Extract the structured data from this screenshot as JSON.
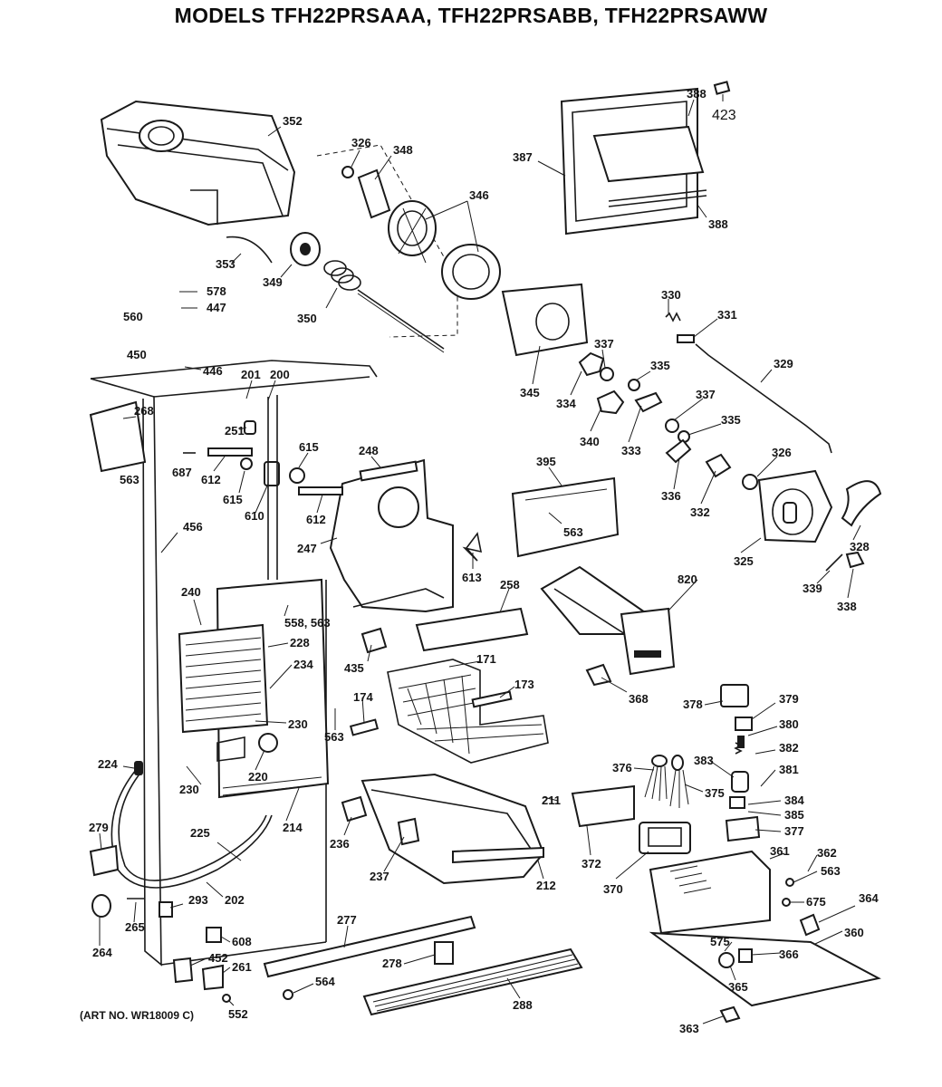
{
  "title": "MODELS TFH22PRSAAA, TFH22PRSABB, TFH22PRSAWW",
  "art_number": "(ART NO. WR18009 C)",
  "part_labels": {
    "p352": "352",
    "p326a": "326",
    "p348": "348",
    "p346": "346",
    "p388a": "388",
    "p423": "423",
    "p387": "387",
    "p388b": "388",
    "p353": "353",
    "p349": "349",
    "p350": "350",
    "p578": "578",
    "p447": "447",
    "p560": "560",
    "p450": "450",
    "p446": "446",
    "p201": "201",
    "p200": "200",
    "p268": "268",
    "p563a": "563",
    "p251": "251",
    "p687": "687",
    "p612a": "612",
    "p615a": "615",
    "p615b": "615",
    "p610": "610",
    "p612b": "612",
    "p248": "248",
    "p456": "456",
    "p247": "247",
    "p613": "613",
    "p240": "240",
    "p558": "558, 563",
    "p228": "228",
    "p234": "234",
    "p230a": "230",
    "p435": "435",
    "p174": "174",
    "p563b": "563",
    "p224": "224",
    "p220": "220",
    "p230b": "230",
    "p214": "214",
    "p279": "279",
    "p225": "225",
    "p236": "236",
    "p237": "237",
    "p202": "202",
    "p293": "293",
    "p265": "265",
    "p264": "264",
    "p608": "608",
    "p452": "452",
    "p261": "261",
    "p552": "552",
    "p277": "277",
    "p278": "278",
    "p564": "564",
    "p288": "288",
    "p330": "330",
    "p331": "331",
    "p337a": "337",
    "p335a": "335",
    "p329": "329",
    "p345": "345",
    "p334": "334",
    "p340": "340",
    "p333": "333",
    "p337b": "337",
    "p335b": "335",
    "p395": "395",
    "p563c": "563",
    "p326b": "326",
    "p336": "336",
    "p332": "332",
    "p325": "325",
    "p328": "328",
    "p339": "339",
    "p338": "338",
    "p820": "820",
    "p258": "258",
    "p171": "171",
    "p173": "173",
    "p368": "368",
    "p378": "378",
    "p379": "379",
    "p380": "380",
    "p382": "382",
    "p383": "383",
    "p381": "381",
    "p376": "376",
    "p375": "375",
    "p384": "384",
    "p385": "385",
    "p377": "377",
    "p211": "211",
    "p372": "372",
    "p212": "212",
    "p370": "370",
    "p361": "361",
    "p362": "362",
    "p563d": "563",
    "p675": "675",
    "p364": "364",
    "p360": "360",
    "p575": "575",
    "p366": "366",
    "p365": "365",
    "p363": "363"
  }
}
